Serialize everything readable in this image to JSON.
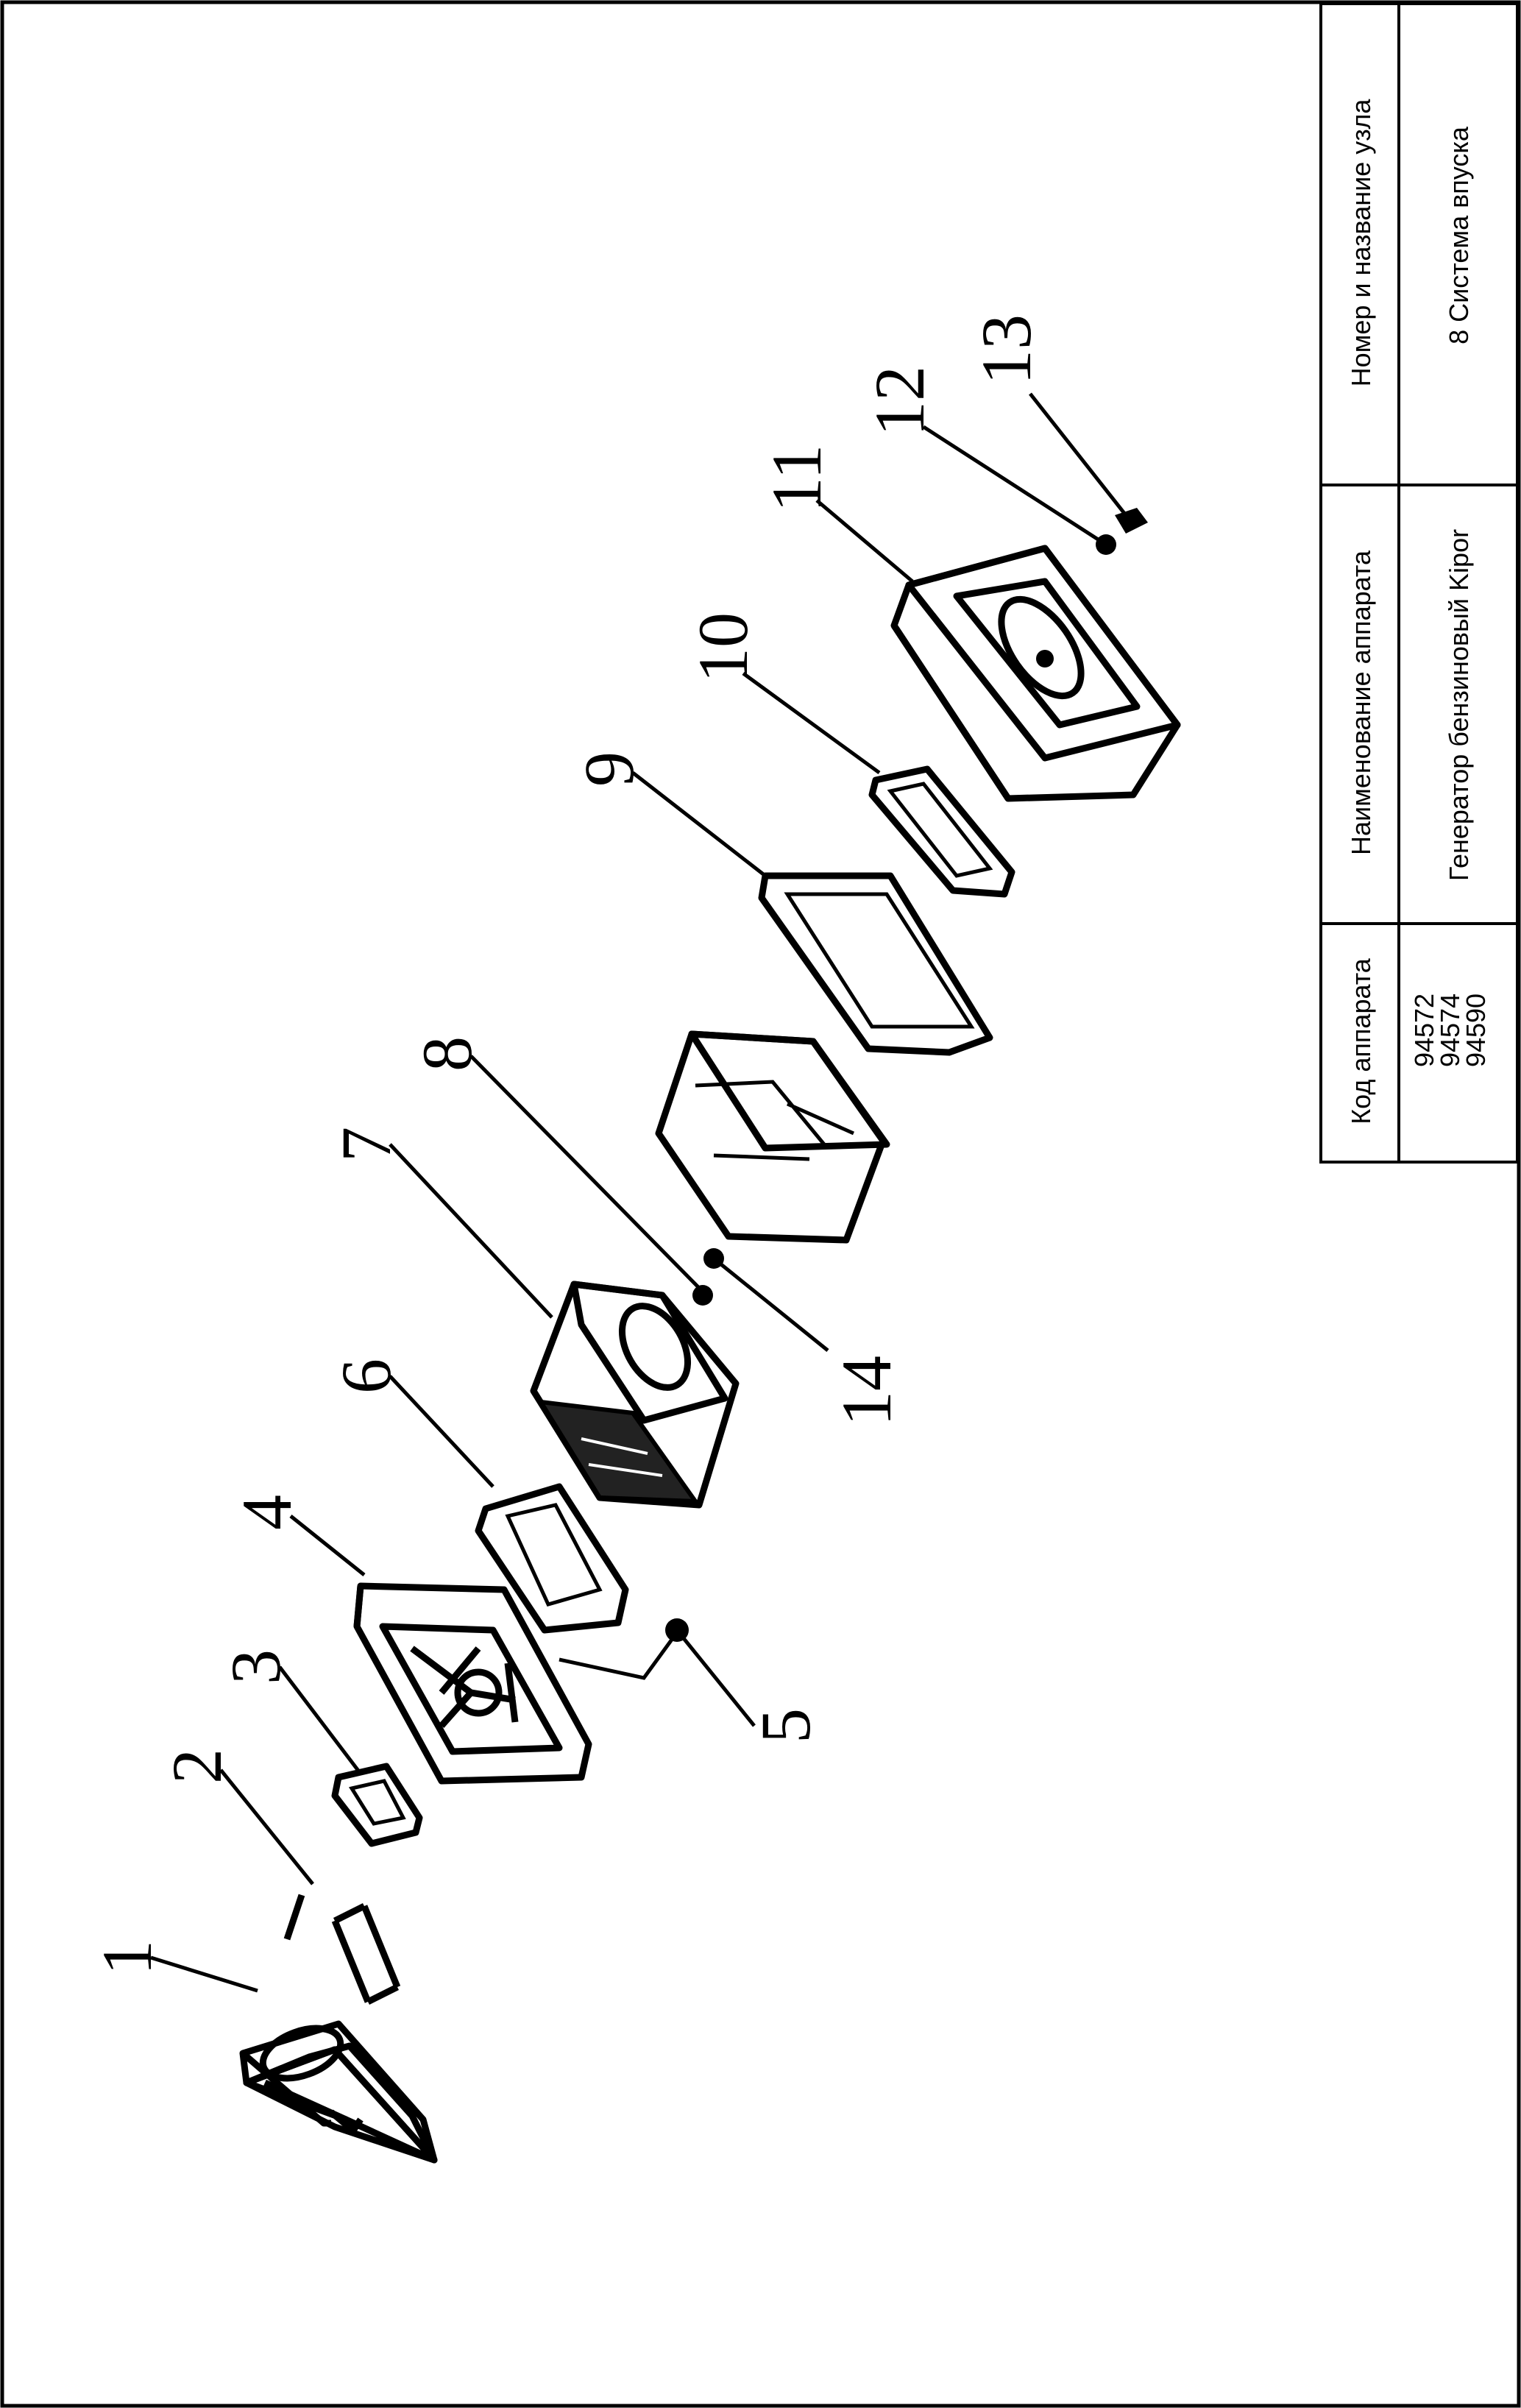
{
  "title_block": {
    "headers": {
      "code": "Код аппарата",
      "device_name": "Наименование аппарата",
      "unit_name": "Номер и название узла"
    },
    "values": {
      "codes": [
        "94572",
        "94574",
        "94590"
      ],
      "device_name": "Генератор бензиновый Kipor",
      "unit_name": "8 Система впуска"
    }
  },
  "diagram": {
    "callouts": [
      "1",
      "2",
      "3",
      "4",
      "5",
      "6",
      "7",
      "8",
      "9",
      "10",
      "11",
      "12",
      "13",
      "14"
    ]
  }
}
